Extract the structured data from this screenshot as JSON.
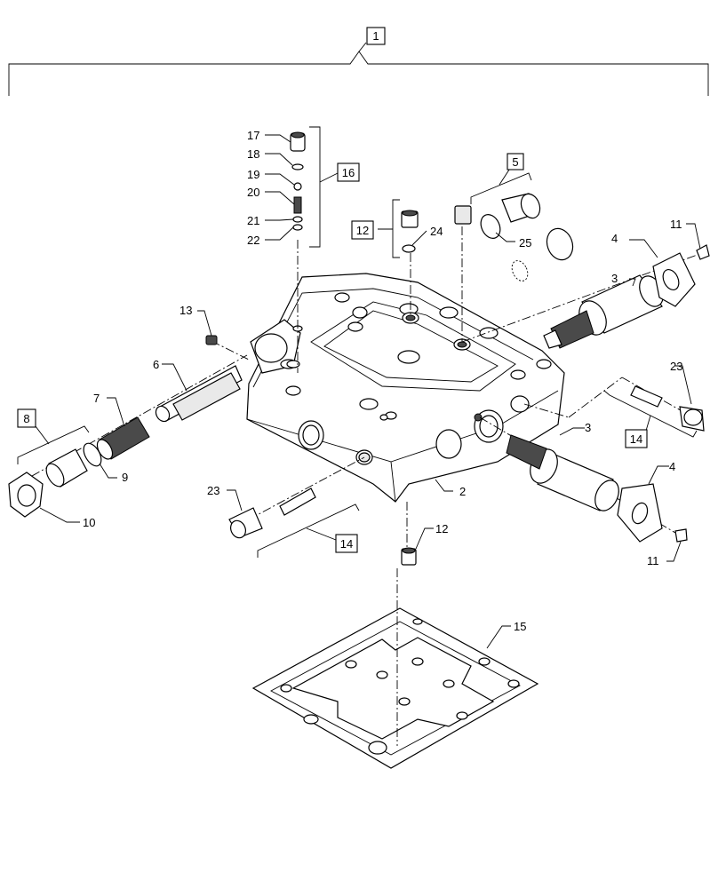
{
  "diagram": {
    "labels": {
      "l1": "1",
      "l2": "2",
      "l3a": "3",
      "l3b": "3",
      "l4a": "4",
      "l4b": "4",
      "l5": "5",
      "l6": "6",
      "l7": "7",
      "l8": "8",
      "l9": "9",
      "l10": "10",
      "l11a": "11",
      "l11b": "11",
      "l12a": "12",
      "l12b": "12",
      "l13": "13",
      "l14a": "14",
      "l14b": "14",
      "l15": "15",
      "l16": "16",
      "l17": "17",
      "l18": "18",
      "l19": "19",
      "l20": "20",
      "l21": "21",
      "l22": "22",
      "l23a": "23",
      "l23b": "23",
      "l24": "24",
      "l25": "25"
    }
  }
}
